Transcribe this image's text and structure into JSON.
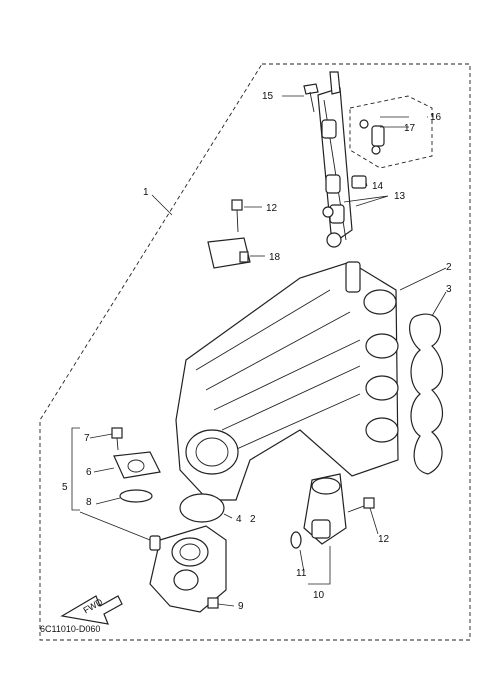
{
  "diagram_code": "6C11010-D060",
  "fwd_label": "FWD",
  "callouts": {
    "c1": "1",
    "c2": "2",
    "c2b": "2",
    "c3": "3",
    "c4": "4",
    "c5": "5",
    "c6": "6",
    "c7": "7",
    "c8": "8",
    "c9": "9",
    "c10": "10",
    "c11": "11",
    "c12a": "12",
    "c12b": "12",
    "c13": "13",
    "c14": "14",
    "c15": "15",
    "c16": "16",
    "c17": "17",
    "c18": "18"
  }
}
